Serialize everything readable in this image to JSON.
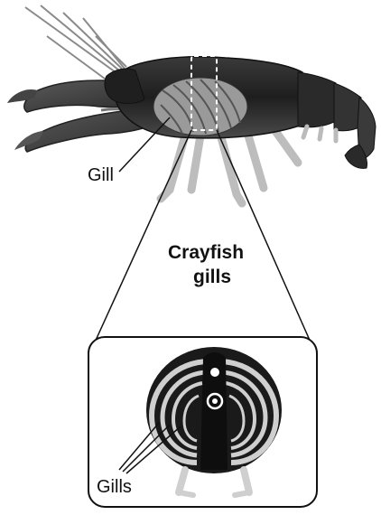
{
  "labels": {
    "gill": "Gill",
    "title_line1": "Crayfish",
    "title_line2": "gills",
    "gills": "Gills"
  },
  "colors": {
    "body_dark": "#2a2a2a",
    "body_mid": "#6a6a6a",
    "gill_light": "#c8c8c8",
    "outline": "#111111"
  }
}
